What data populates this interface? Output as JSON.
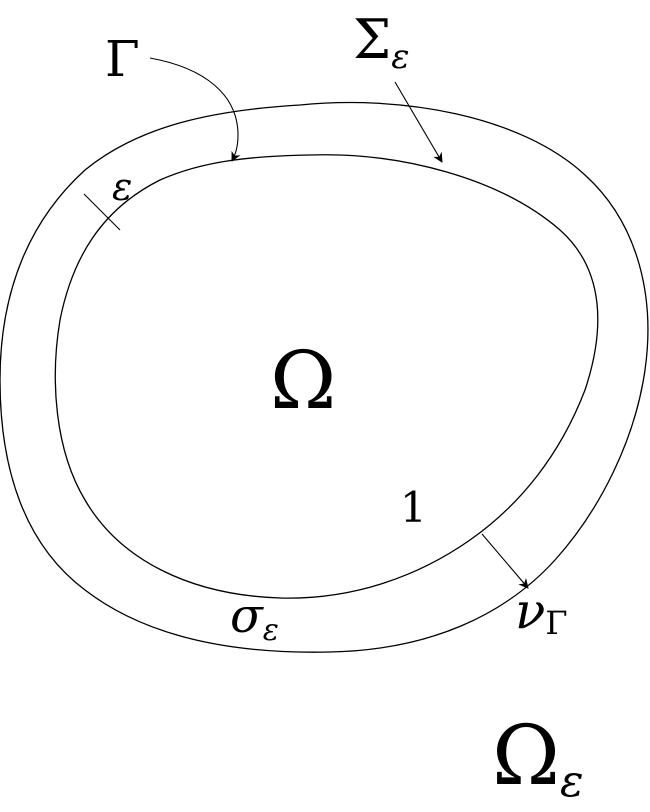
{
  "diagram": {
    "labels": {
      "gamma": "Γ",
      "sigma_eps_base": "Σ",
      "sigma_eps_sub": "ε",
      "eps_width": "ε",
      "omega": "Ω",
      "one": "1",
      "small_sigma_base": "σ",
      "small_sigma_sub": "ε",
      "nu_base": "ν",
      "nu_sub": "Γ",
      "omega_eps_base": "Ω",
      "omega_eps_sub": "ε"
    },
    "colors": {
      "stroke": "#000000",
      "background": "#ffffff"
    }
  }
}
